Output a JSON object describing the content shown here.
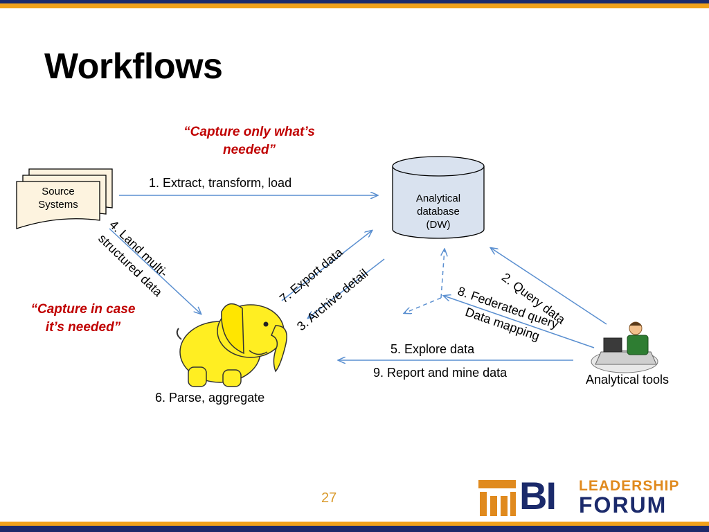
{
  "slide": {
    "title": "Workflows",
    "page_number": "27",
    "colors": {
      "top_band": "#1b2a6b",
      "accent_band": "#f0a11a",
      "arrow": "#5a8fd0",
      "quote": "#c00000",
      "page_number": "#d99a2b"
    }
  },
  "quotes": {
    "capture_only": "“Capture only what’s needed”",
    "capture_in_case": "“Capture in case it’s needed”"
  },
  "nodes": {
    "source_systems": "Source Systems",
    "analytical_db": "Analytical database (DW)",
    "analytical_tools": "Analytical tools",
    "hadoop": "6. Parse, aggregate"
  },
  "flows": {
    "etl": "1. Extract, transform, load",
    "query": "2. Query data",
    "archive": "3. Archive detail",
    "land": "4. Land multi-structured data",
    "land_line1": "4. Land multi-",
    "land_line2": "structured data",
    "explore": "5. Explore data",
    "export": "7. Export data",
    "federated": "8. Federated query",
    "mapping": "Data mapping",
    "report": "9. Report and mine data"
  },
  "logo": {
    "bi": "BI",
    "leadership": "LEADERSHIP",
    "forum": "FORUM",
    "icon": "column-icon"
  }
}
